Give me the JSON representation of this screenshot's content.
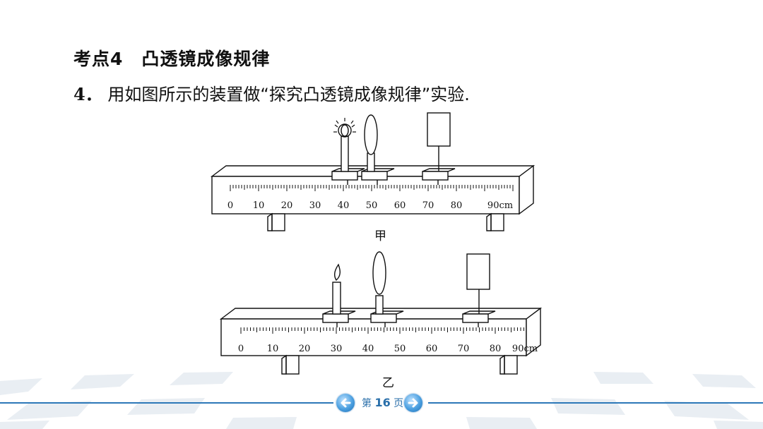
{
  "heading": {
    "label": "考点4",
    "title": "凸透镜成像规律"
  },
  "question": {
    "number": "4．",
    "text": "用如图所示的装置做“探究凸透镜成像规律”实验."
  },
  "figures": [
    {
      "caption": "甲",
      "ticks": [
        "0",
        "10",
        "20",
        "30",
        "40",
        "50",
        "60",
        "70",
        "80",
        "90cm"
      ],
      "candle_lit": true
    },
    {
      "caption": "乙",
      "ticks": [
        "0",
        "10",
        "20",
        "30",
        "40",
        "50",
        "60",
        "70",
        "80",
        "90cm"
      ],
      "candle_lit": false
    }
  ],
  "pager": {
    "prefix": "第",
    "page": "16",
    "suffix": "页",
    "prev_icon": "arrow-left-icon",
    "next_icon": "arrow-right-icon"
  },
  "colors": {
    "accent": "#2c78b8",
    "ink": "#111111"
  }
}
